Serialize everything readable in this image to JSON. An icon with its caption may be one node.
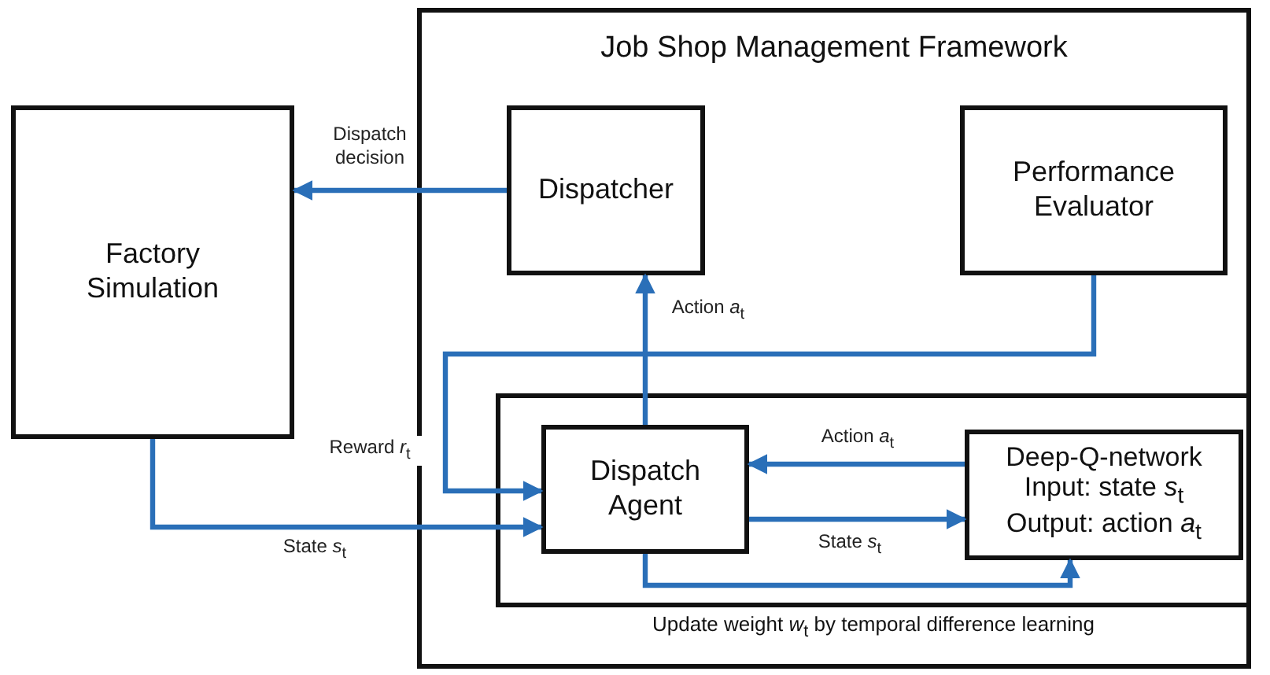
{
  "diagram": {
    "nodes": [
      {
        "text": [
          "Job Shop Management Framework"
        ]
      },
      {
        "text": [
          "Factory Simulation"
        ]
      },
      {
        "text": [
          "Dispatcher"
        ],
        "in": 0
      },
      {
        "text": [
          "Performance Evaluator"
        ],
        "in": 0
      },
      {
        "text": [
          "Update weight *w*$_{t}$ by temporal difference learning"
        ],
        "in": 0
      },
      {
        "text": [
          "Dispatch Agent"
        ],
        "in": 4
      },
      {
        "text": [
          "Deep-Q-network",
          "Input: state *s*$_{t}$",
          "Output: action *a*$_{t}$"
        ],
        "in": 4
      }
    ],
    "edges": [
      {
        "from": 2,
        "to": 1,
        "arrow": "to",
        "label": "Dispatch decision"
      },
      {
        "from": 5,
        "to": 2,
        "arrow": "to",
        "label": "Action *a*$_{t}$"
      },
      {
        "from": 3,
        "to": 5,
        "arrow": "to",
        "label": "Reward *r*$_{t}$"
      },
      {
        "from": 1,
        "to": 5,
        "arrow": "to",
        "label": "State *s*$_{t}$"
      },
      {
        "from": 6,
        "to": 5,
        "arrow": "to",
        "label": "Action *a*$_{t}$"
      },
      {
        "from": 5,
        "to": 6,
        "arrow": "to",
        "label": "State *s*$_{t}$"
      },
      {
        "from": 5,
        "to": 6,
        "arrow": "to"
      }
    ]
  }
}
